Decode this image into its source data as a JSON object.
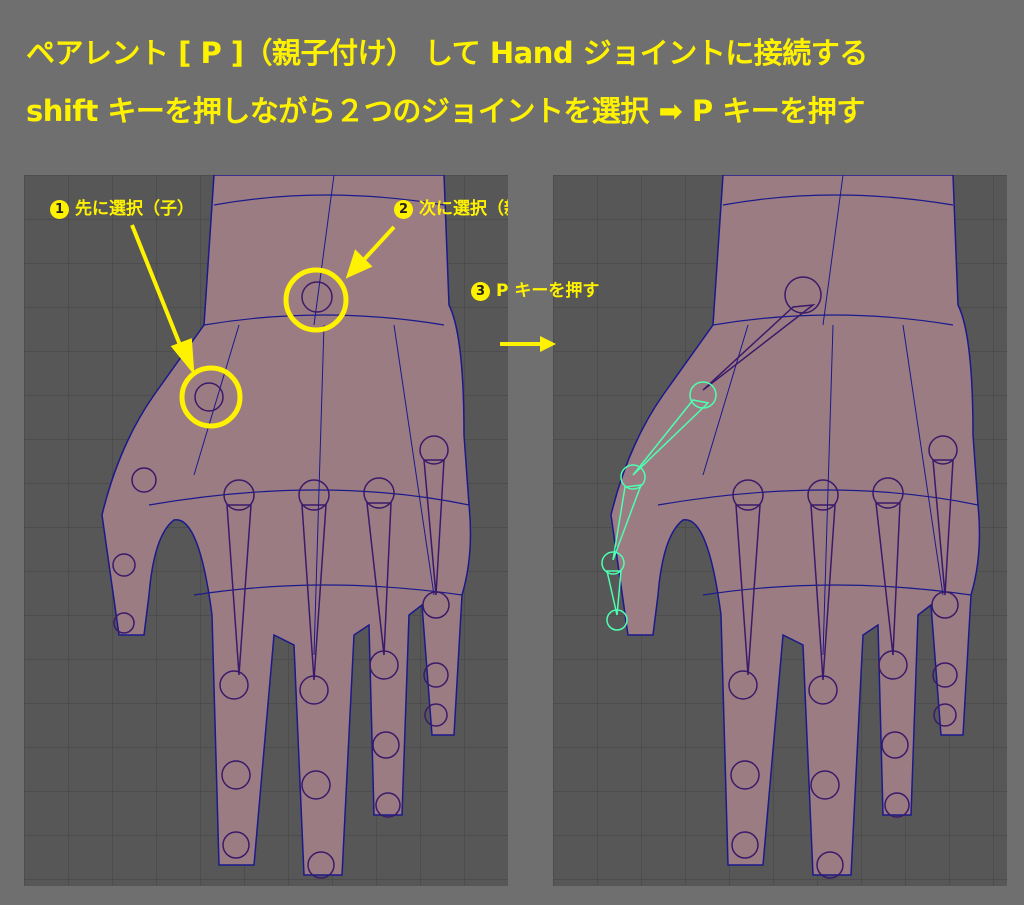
{
  "header": {
    "line1": "ペアレント [ P ]（親子付け） して Hand ジョイントに接続する",
    "line2": "shift キーを押しながら２つのジョイントを選択 ➡ P キーを押す"
  },
  "annotations": {
    "step1": {
      "num": "1",
      "text": "先に選択（子）"
    },
    "step2": {
      "num": "2",
      "text": "次に選択（親）"
    },
    "step3": {
      "num": "3",
      "text": "P キーを押す"
    }
  },
  "colors": {
    "accent": "#fff200",
    "background": "#6f6f6f",
    "viewport": "#575757",
    "skin": "#9c7c83",
    "wire": "#1a1a8c",
    "selected_joint": "#4dffb0"
  }
}
